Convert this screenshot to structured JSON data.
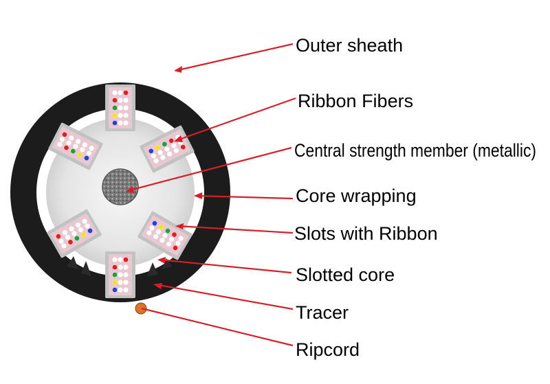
{
  "labels": {
    "outer_sheath": "Outer sheath",
    "ribbon_fibers": "Ribbon Fibers",
    "central_strength_member": "Central strength member (metallic)",
    "core_wrapping": "Core wrapping",
    "slots_with_ribbon": "Slots with Ribbon",
    "slotted_core": "Slotted core",
    "tracer": "Tracer",
    "ripcord": "Ripcord"
  },
  "colors": {
    "sheath": "#1c1c1c",
    "core_wrapping": "#ffffff",
    "slotted_core": "#d9d9d9",
    "ribbon": "#e8c9d2",
    "leader_line": "#d4202a",
    "ripcord": "#d9742a",
    "fiber_red": "#e0201e",
    "fiber_green": "#1fa038",
    "fiber_yellow": "#f2e21a",
    "fiber_blue": "#2a3fd6"
  }
}
